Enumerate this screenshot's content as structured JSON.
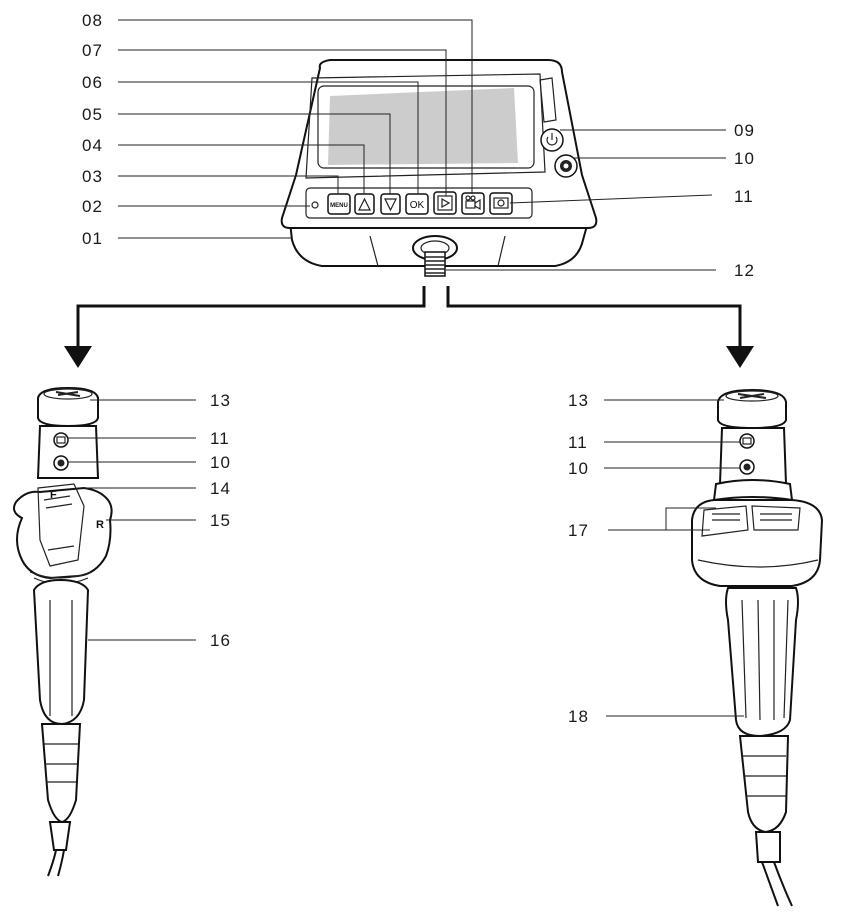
{
  "labels": {
    "l01": "01",
    "l02": "02",
    "l03": "03",
    "l04": "04",
    "l05": "05",
    "l06": "06",
    "l07": "07",
    "l08": "08",
    "l09": "09",
    "l10": "10",
    "l11": "11",
    "l12": "12",
    "l13": "13",
    "l14": "14",
    "l15": "15",
    "l16": "16",
    "l17": "17",
    "l18": "18"
  },
  "buttons": {
    "menu": "MENU",
    "ok": "OK"
  },
  "knob_marks": {
    "f": "F",
    "r": "R"
  }
}
